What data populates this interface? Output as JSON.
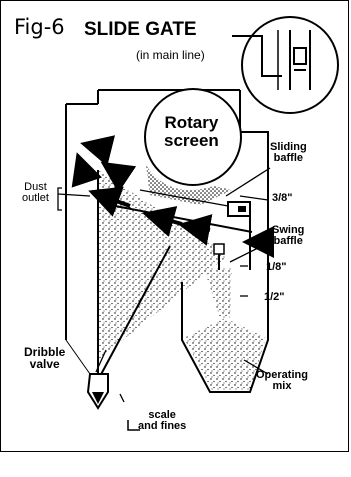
{
  "figure": {
    "number_label": "Fig-6",
    "title": "SLIDE GATE",
    "subtitle": "(in main line)"
  },
  "labels": {
    "rotary_screen_line1": "Rotary",
    "rotary_screen_line2": "screen",
    "sliding_baffle_line1": "Sliding",
    "sliding_baffle_line2": "baffle",
    "gap_top": "3/8\"",
    "swing_baffle_line1": "Swing",
    "swing_baffle_line2": "baffle",
    "gap_1_8": "1/8\"",
    "gap_1_2": "1/2\"",
    "dust_outlet_line1": "Dust",
    "dust_outlet_line2": "outlet",
    "dribble_valve_line1": "Dribble",
    "dribble_valve_line2": "valve",
    "scale_fines_line1": "scale",
    "scale_fines_line2": "and fines",
    "operating_mix_line1": "Operating",
    "operating_mix_line2": "mix"
  }
}
